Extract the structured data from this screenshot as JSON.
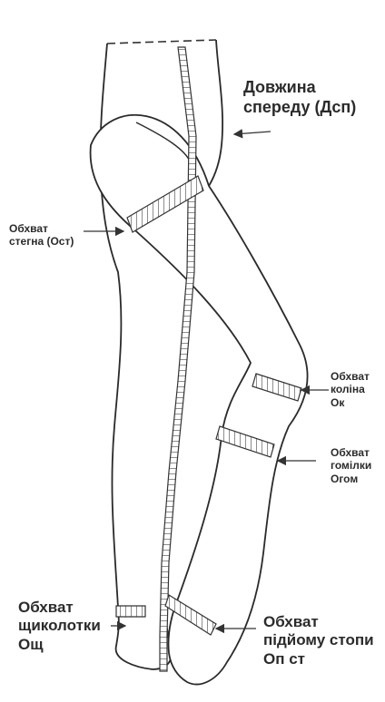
{
  "labels": {
    "front_length": [
      "Довжина",
      "спереду (Дсп)"
    ],
    "thigh": [
      "Обхват",
      "стегна (Ост)"
    ],
    "knee": [
      "Обхват",
      "коліна",
      "Ок"
    ],
    "shin": [
      "Обхват",
      "гомілки",
      "Огом"
    ],
    "ankle": [
      "Обхват",
      "щиколотки",
      "Ощ"
    ],
    "instep": [
      "Обхват",
      "підйому стопи",
      "Оп ст"
    ]
  }
}
